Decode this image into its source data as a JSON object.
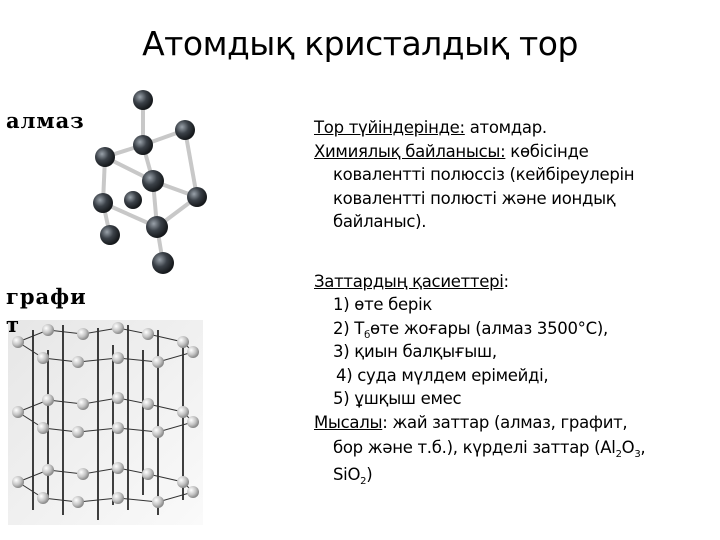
{
  "title": "Атомдық кристалдық тор",
  "labels": {
    "diamond": "алмаз",
    "graphite_1": "графи",
    "graphite_2": "т"
  },
  "body": {
    "nodes_label": "Тор түйіндерінде:",
    "nodes_value": " атомдар.",
    "bond_label": "Химиялық байланысы:",
    "bond_value_1": " көбісінде",
    "bond_value_2": "ковалентті полюссіз (кейбіреулерін",
    "bond_value_3": "ковалентті полюсті және иондық",
    "bond_value_4": "байланыс).",
    "props_label": "Заттардың қасиеттері",
    "props_colon": ":",
    "prop_1": "1) өте берік",
    "prop_2_a": "2) T",
    "prop_2_sub": "б",
    "prop_2_b": "өте жоғары (алмаз 3500",
    "prop_2_c": "°С),",
    "prop_3": "3) қиын балқығыш,",
    "prop_4": "4) суда мүлдем ерімейді,",
    "prop_5": "5) ұшқыш емес",
    "examples_label": "Мысалы",
    "examples_1": ": жай заттар (алмаз, графит,",
    "examples_2_a": "бор және т.б.), күрделі заттар (Al",
    "examples_2_sub1": "2",
    "examples_2_b": "O",
    "examples_2_sub2": "3",
    "examples_2_c": ",",
    "examples_3_a": "SiO",
    "examples_3_sub": "2",
    "examples_3_b": ")"
  }
}
